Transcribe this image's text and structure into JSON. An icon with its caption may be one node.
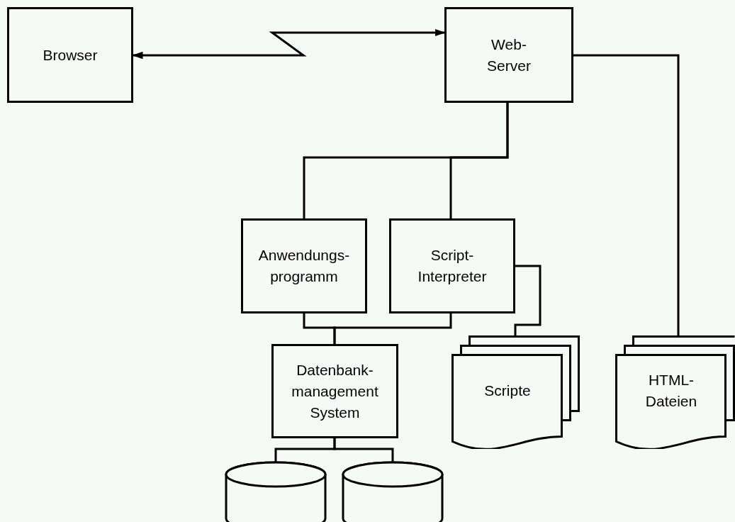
{
  "diagram": {
    "nodes": [
      {
        "text": [
          "Browser"
        ]
      },
      {
        "text": [
          "Web- Server"
        ]
      },
      {
        "text": [
          "Anwendungs- programm"
        ]
      },
      {
        "text": [
          "Script- Interpreter"
        ]
      },
      {
        "text": [
          "Datenbank- management System"
        ]
      },
      {
        "text": [
          "Scripte"
        ]
      },
      {
        "text": [
          "HTML- Dateien"
        ]
      },
      {
        "text": [],
        "shape": "cylinder"
      },
      {
        "text": [],
        "shape": "cylinder"
      }
    ],
    "edges": [
      {
        "from": 1,
        "to": 0,
        "arrow": "both"
      },
      {
        "from": 1,
        "to": 2,
        "arrow": "none"
      },
      {
        "from": 1,
        "to": 3,
        "arrow": "none"
      },
      {
        "from": 1,
        "to": 6,
        "arrow": "none"
      },
      {
        "from": 3,
        "to": 5,
        "arrow": "none"
      },
      {
        "from": 2,
        "to": 4,
        "arrow": "none"
      },
      {
        "from": 3,
        "to": 4,
        "arrow": "none"
      },
      {
        "from": 4,
        "to": 7,
        "arrow": "none"
      },
      {
        "from": 4,
        "to": 8,
        "arrow": "none"
      }
    ]
  }
}
